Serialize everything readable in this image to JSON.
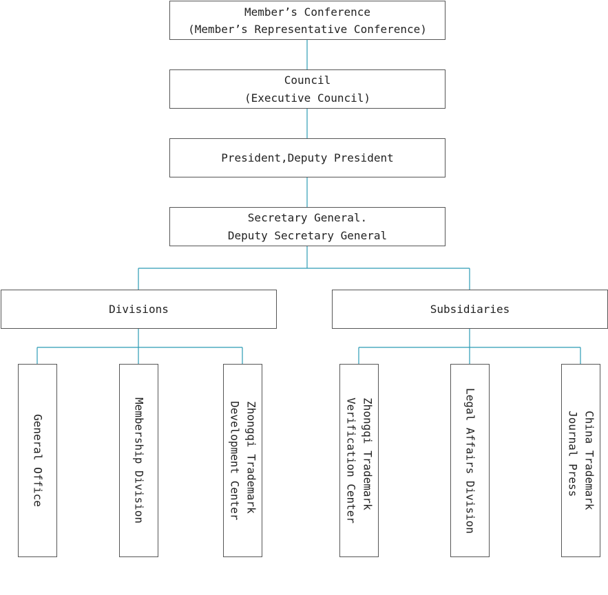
{
  "colors": {
    "connector": "#2b9bb5",
    "border": "#555555"
  },
  "levels": {
    "members_conference": {
      "line1": "Member’s Conference",
      "line2": "(Member’s Representative Conference)"
    },
    "council": {
      "line1": "Council",
      "line2": "(Executive Council)"
    },
    "president": {
      "line1": "President,Deputy President"
    },
    "secretary": {
      "line1": "Secretary General.",
      "line2": "Deputy Secretary General"
    }
  },
  "branches": {
    "divisions": {
      "label": "Divisions",
      "units": [
        {
          "lines": [
            "General Office"
          ]
        },
        {
          "lines": [
            "Membership Division"
          ]
        },
        {
          "lines": [
            "Zhongqi Trademark",
            "Development Center"
          ]
        }
      ]
    },
    "subsidiaries": {
      "label": "Subsidiaries",
      "units": [
        {
          "lines": [
            "Zhongqi Trademark",
            "Verification Center"
          ]
        },
        {
          "lines": [
            "Legal Affairs Division"
          ]
        },
        {
          "lines": [
            "China Trademark",
            "Journal Press"
          ]
        }
      ]
    }
  }
}
